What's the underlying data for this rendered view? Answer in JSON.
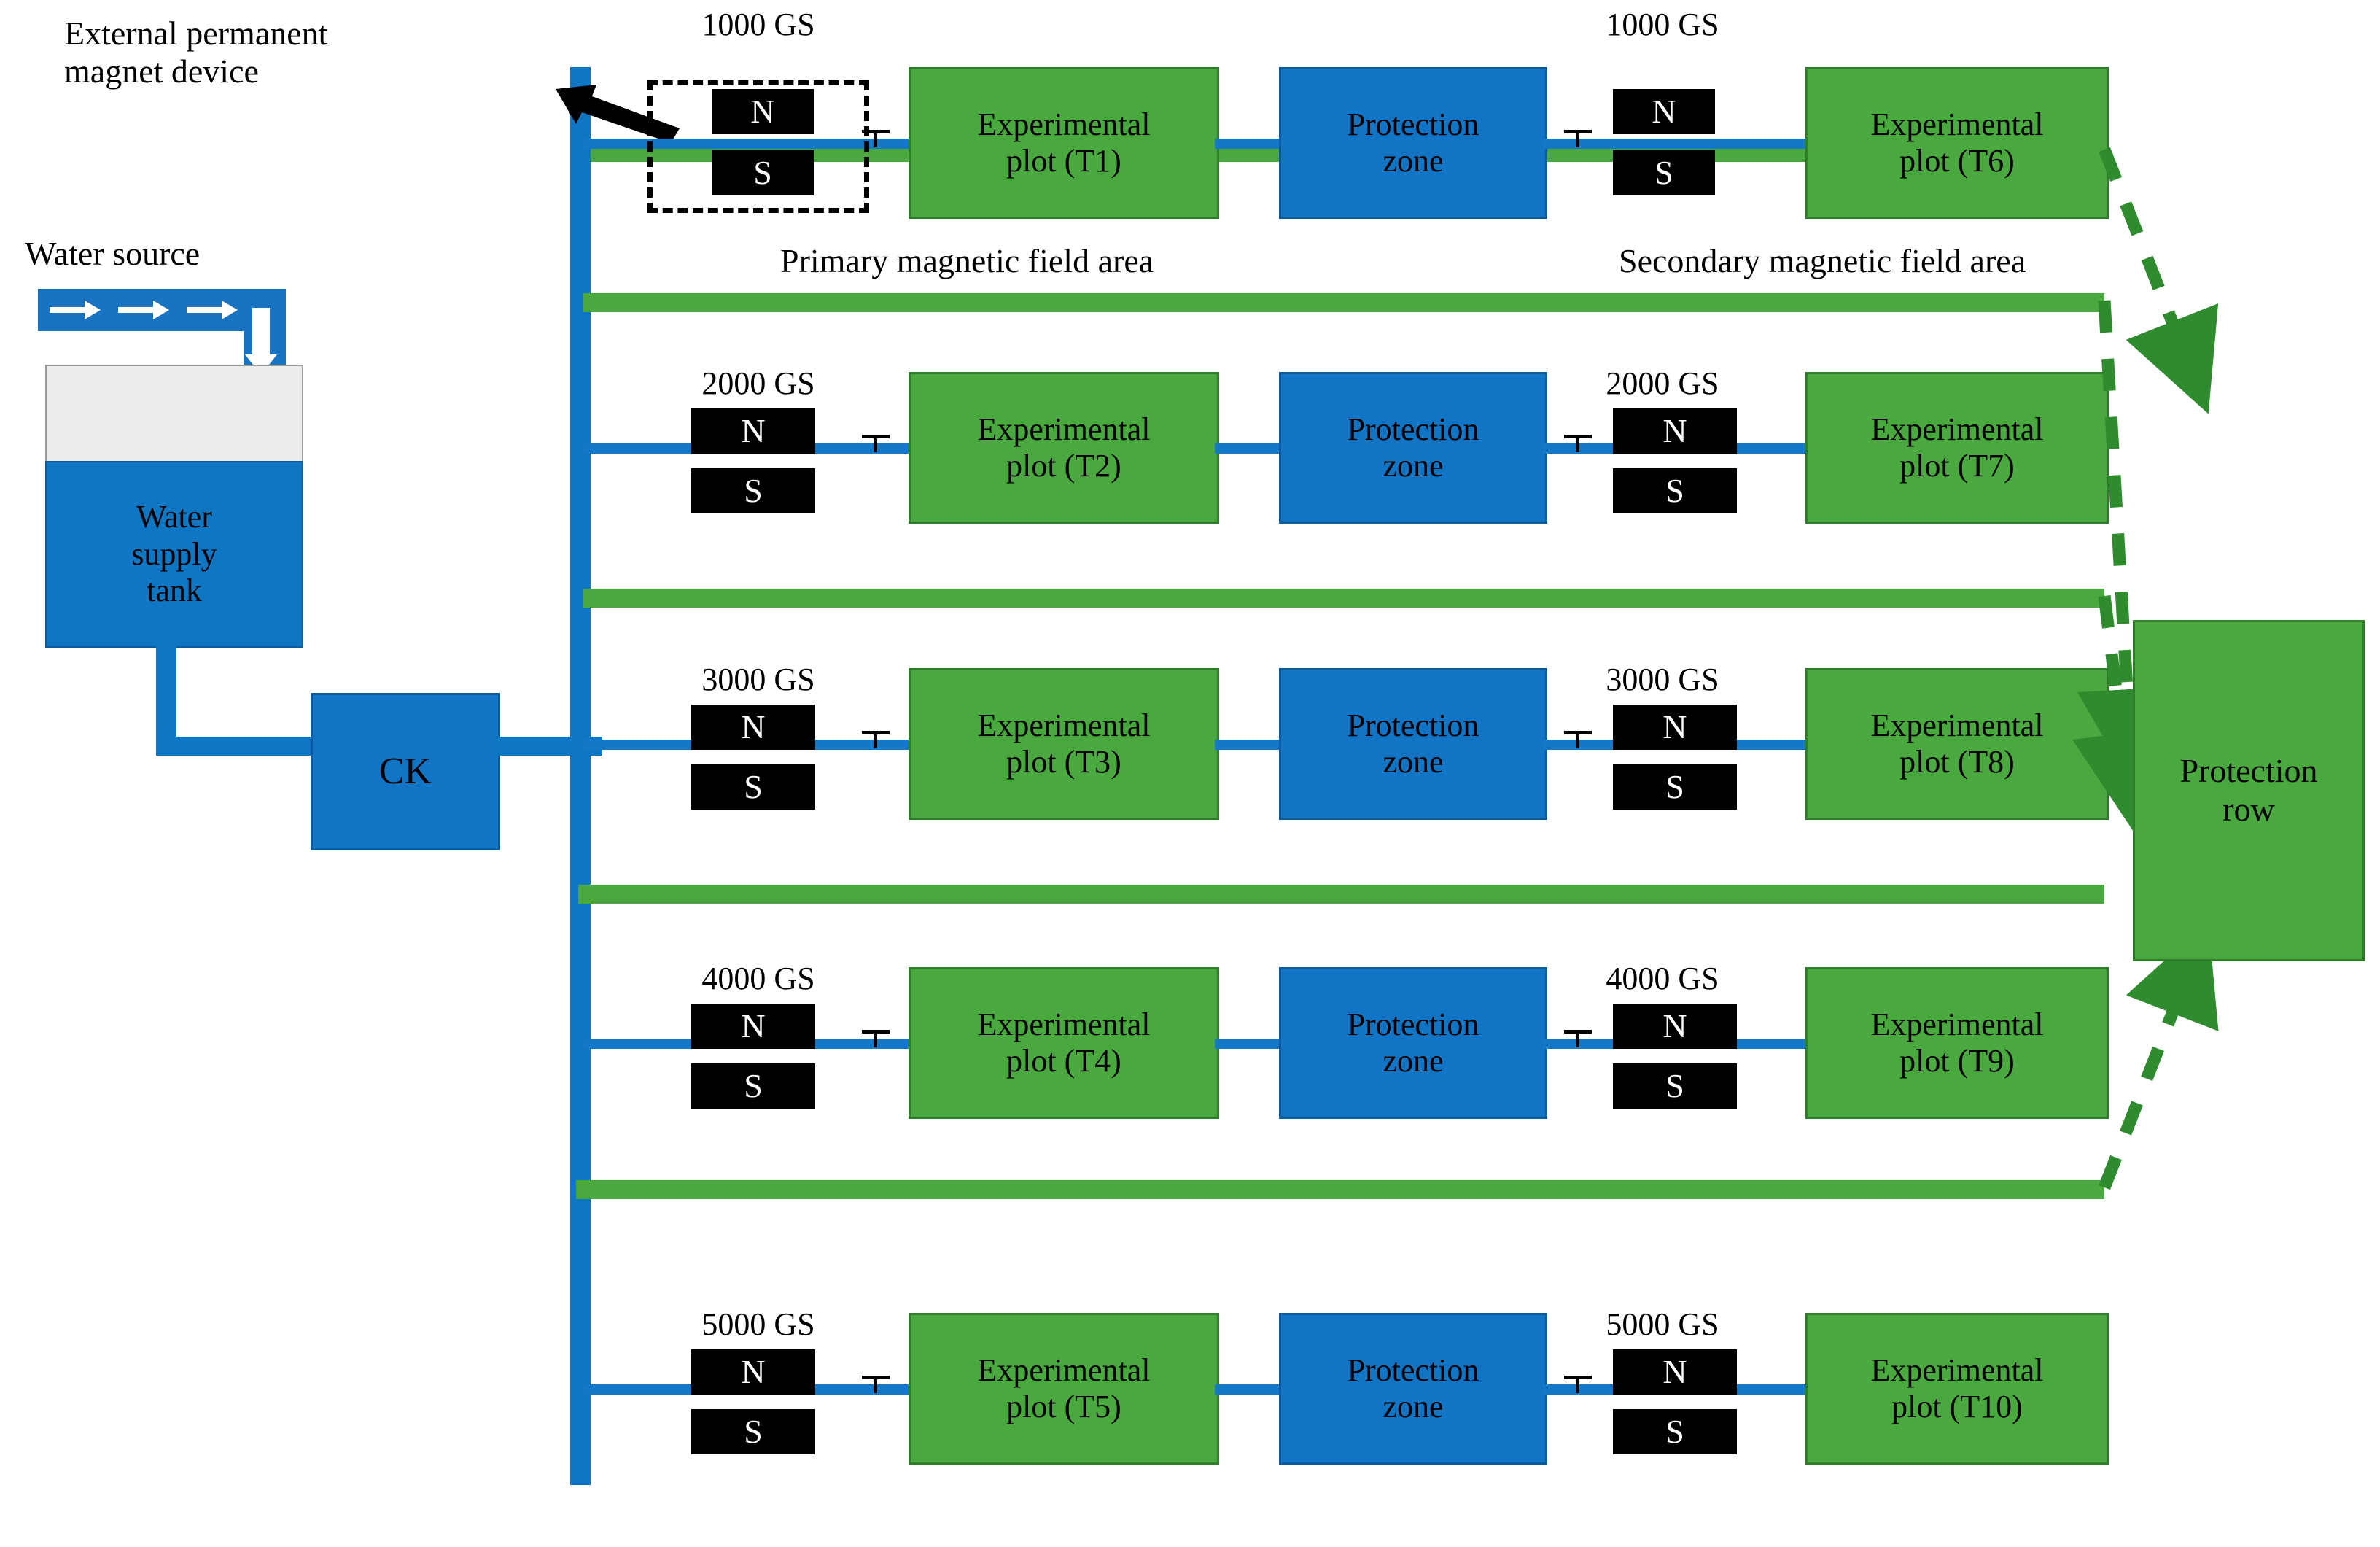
{
  "colors": {
    "green": "#4AA93E",
    "green_dark": "#2E7D28",
    "blue": "#1274C4",
    "blue_pipe": "#1378C8",
    "black": "#000000",
    "tank_empty": "#EDEDED"
  },
  "annotations": {
    "external_magnet": "External permanent\nmagnet device",
    "water_source": "Water source",
    "primary_field": "Primary magnetic field area",
    "secondary_field": "Secondary magnetic field area"
  },
  "water_system": {
    "tank_label": "Water\nsupply\ntank",
    "ck_label": "CK"
  },
  "magnet": {
    "north": "N",
    "south": "S"
  },
  "protection_zone_label": "Protection\nzone",
  "protection_row_label": "Protection\nrow",
  "rows": [
    {
      "gs_left": "1000 GS",
      "gs_right": "1000 GS",
      "plot_left": "Experimental\nplot (T1)",
      "plot_right": "Experimental\nplot (T6)"
    },
    {
      "gs_left": "2000 GS",
      "gs_right": "2000 GS",
      "plot_left": "Experimental\nplot (T2)",
      "plot_right": "Experimental\nplot (T7)"
    },
    {
      "gs_left": "3000 GS",
      "gs_right": "3000 GS",
      "plot_left": "Experimental\nplot (T3)",
      "plot_right": "Experimental\nplot (T8)"
    },
    {
      "gs_left": "4000 GS",
      "gs_right": "4000 GS",
      "plot_left": "Experimental\nplot (T4)",
      "plot_right": "Experimental\nplot (T9)"
    },
    {
      "gs_left": "5000 GS",
      "gs_right": "5000 GS",
      "plot_left": "Experimental\nplot (T5)",
      "plot_right": "Experimental\nplot (T10)"
    }
  ]
}
